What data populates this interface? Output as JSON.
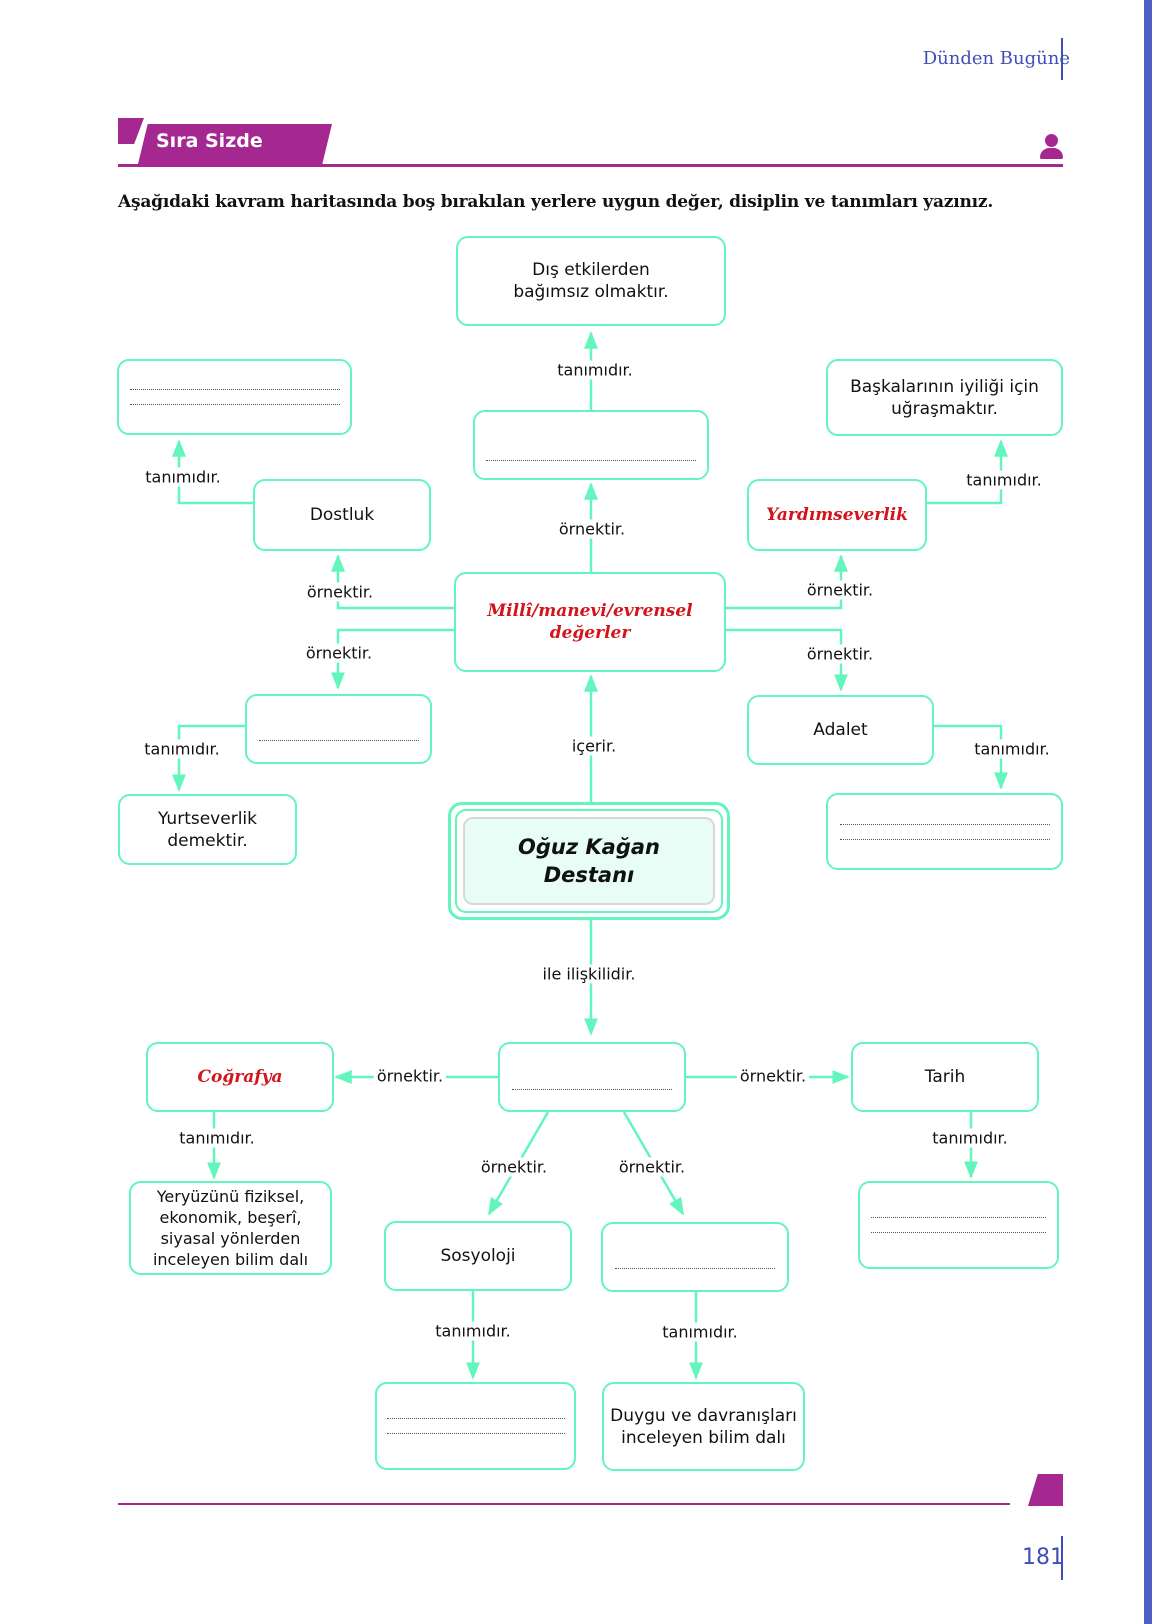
{
  "header": {
    "running_title": "Dünden Bugüne",
    "page_number": "181"
  },
  "section": {
    "title": "Sıra Sizde",
    "icon": "user-icon"
  },
  "instruction": "Aşağıdaki kavram haritasında boş bırakılan yerlere uygun değer, disiplin ve tanımları yazınız.",
  "map": {
    "center": {
      "line1": "Oğuz Kağan",
      "line2": "Destanı"
    },
    "values": {
      "line1": "Millî/manevi/evrensel",
      "line2": "değerler"
    },
    "top_def": {
      "line1": "Dış etkilerden",
      "line2": "bağımsız olmaktır."
    },
    "dostluk": "Dostluk",
    "yardimseverlik": "Yardımseverlik",
    "yardim_def": {
      "line1": "Başkalarının iyiliği için",
      "line2": "uğraşmaktır."
    },
    "adalet": "Adalet",
    "yurtseverlik_def": {
      "line1": "Yurtseverlik",
      "line2": "demektir."
    },
    "cografya": "Coğrafya",
    "cografya_def": {
      "line1": "Yeryüzünü fiziksel,",
      "line2": "ekonomik, beşerî,",
      "line3": "siyasal yönlerden",
      "line4": "inceleyen bilim dalı"
    },
    "tarih": "Tarih",
    "sosyoloji": "Sosyoloji",
    "psikoloji_def": {
      "line1": "Duygu ve davranışları",
      "line2": "inceleyen bilim dalı"
    }
  },
  "labels": {
    "tanimidir": "tanımıdır.",
    "ornektir": "örnektir.",
    "icerir": "içerir.",
    "iliskili": "ile ilişkilidir."
  },
  "colors": {
    "accent": "#a52891",
    "connector": "#62f5bd",
    "answer": "#d4141c",
    "header": "#3e4fb8"
  }
}
